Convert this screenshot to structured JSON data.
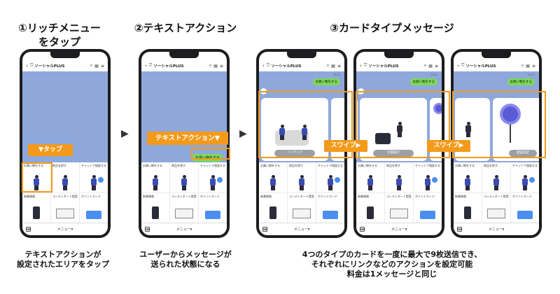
{
  "steps": [
    {
      "title": "①リッチメニュー\nをタップ",
      "caption": "テキストアクションが\n設定されたエリアをタップ"
    },
    {
      "title": "②テキストアクション",
      "caption": "ユーザーからメッセージが\n送られた状態になる"
    },
    {
      "title": "③カードタイプメッセージ",
      "caption": "4つのタイプのカードを一度に最大で9枚送信でき、\nそれぞれにリンクなどのアクションを設定可能\n料金は1メッセージと同じ"
    }
  ],
  "arrow_glyph": "▶",
  "app": {
    "title": "ソーシャルPLUS",
    "footer_menu": "メニュー▾",
    "back_glyph": "‹",
    "shield_icon": "shield-icon",
    "search_icon": "search-icon",
    "book_icon": "book-icon",
    "menu_icon": "menu-icon",
    "keyboard_icon": "keyboard-icon"
  },
  "rich_menu": {
    "cells": [
      "お買い物をする",
      "商品を探す",
      "チャットで相談する",
      "新着情報",
      "コーディネート提案",
      "ポイントカード"
    ]
  },
  "callouts": {
    "tap": "▼タップ",
    "text_action": "テキストアクション▼",
    "swipe": "スワイプ▶"
  },
  "messages": {
    "sent_bubble": "お買い物をする",
    "time": "15:01"
  },
  "cards": {
    "interior_button": "インテリア",
    "button_2": "京都旅行",
    "button_3": "配送指定"
  },
  "colors": {
    "accent_orange": "#f39a1b",
    "chat_background": "#8fa8db",
    "bubble_green": "#7ed957"
  }
}
